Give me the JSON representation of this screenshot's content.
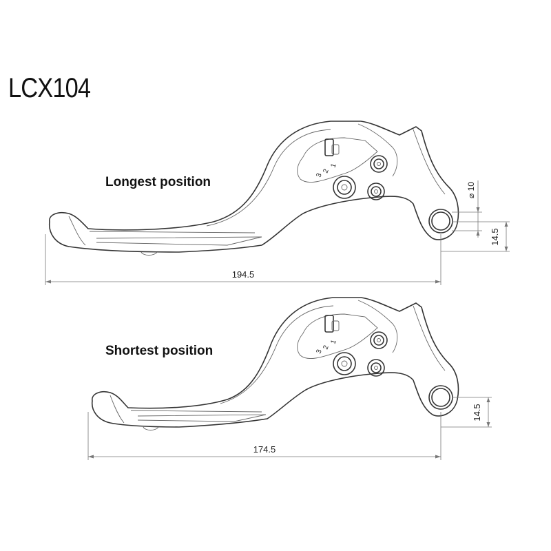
{
  "title": "LCX104",
  "levers": [
    {
      "label": "Longest position",
      "adjuster_numbers": [
        "3",
        "2",
        "1"
      ],
      "length": "194.5",
      "pivot_offset": "14.5",
      "hole_diameter": "⌀ 10"
    },
    {
      "label": "Shortest position",
      "adjuster_numbers": [
        "3",
        "2",
        "1"
      ],
      "length": "174.5",
      "pivot_offset": "14.5"
    }
  ],
  "colors": {
    "line": "#333333",
    "dimension": "#777777",
    "text": "#222222"
  }
}
